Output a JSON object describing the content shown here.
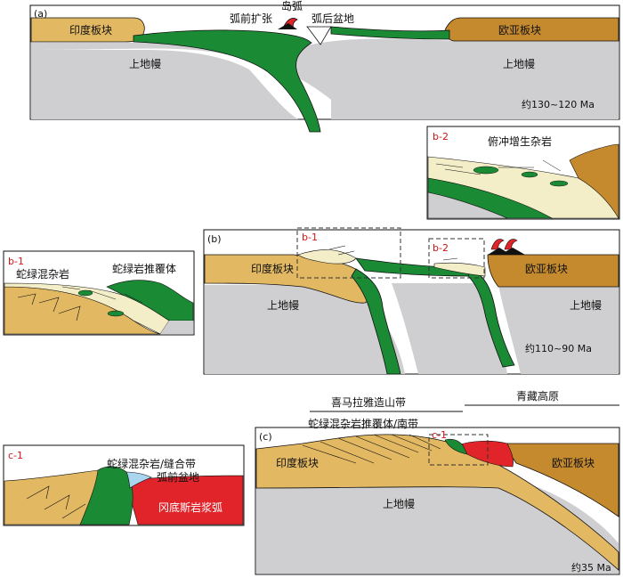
{
  "colors": {
    "mantle": "#cfcfd1",
    "indian_plate": "#e2b862",
    "eurasian_plate": "#c58a2e",
    "ophiolite": "#1a8a35",
    "melange": "#f4eec8",
    "arc": "#e0242a",
    "forearc_water": "#a9d6ee",
    "outline": "#111111"
  },
  "panel_a": {
    "tag": "(a)",
    "island_arc": "岛弧",
    "forearc_extension": "弧前扩张",
    "backarc_basin": "弧后盆地",
    "indian_plate": "印度板块",
    "eurasian_plate": "欧亚板块",
    "mantle_left": "上地幔",
    "mantle_right": "上地幔",
    "age": "约130~120 Ma"
  },
  "inset_b2": {
    "tag": "b-2",
    "label": "俯冲增生杂岩"
  },
  "inset_b1": {
    "tag": "b-1",
    "melange_label": "蛇绿混杂岩",
    "nappe_label": "蛇绿岩推覆体"
  },
  "panel_b": {
    "tag": "(b)",
    "box1_tag": "b-1",
    "box2_tag": "b-2",
    "indian_plate": "印度板块",
    "eurasian_plate": "欧亚板块",
    "mantle_left": "上地幔",
    "mantle_right": "上地幔",
    "age": "约110~90 Ma"
  },
  "panel_c": {
    "tag": "(c)",
    "himalaya": "喜马拉雅造山带",
    "tibet": "青藏高原",
    "nappe_label": "蛇绿混杂岩推覆体/南带",
    "box_tag": "c-1",
    "indian_plate": "印度板块",
    "eurasian_plate": "欧亚板块",
    "mantle": "上地幔",
    "age": "约35 Ma"
  },
  "inset_c1": {
    "tag": "c-1",
    "suture_label": "蛇绿混杂岩/缝合带",
    "forearc_label": "弧前盆地",
    "arc_label": "冈底斯岩浆弧"
  }
}
